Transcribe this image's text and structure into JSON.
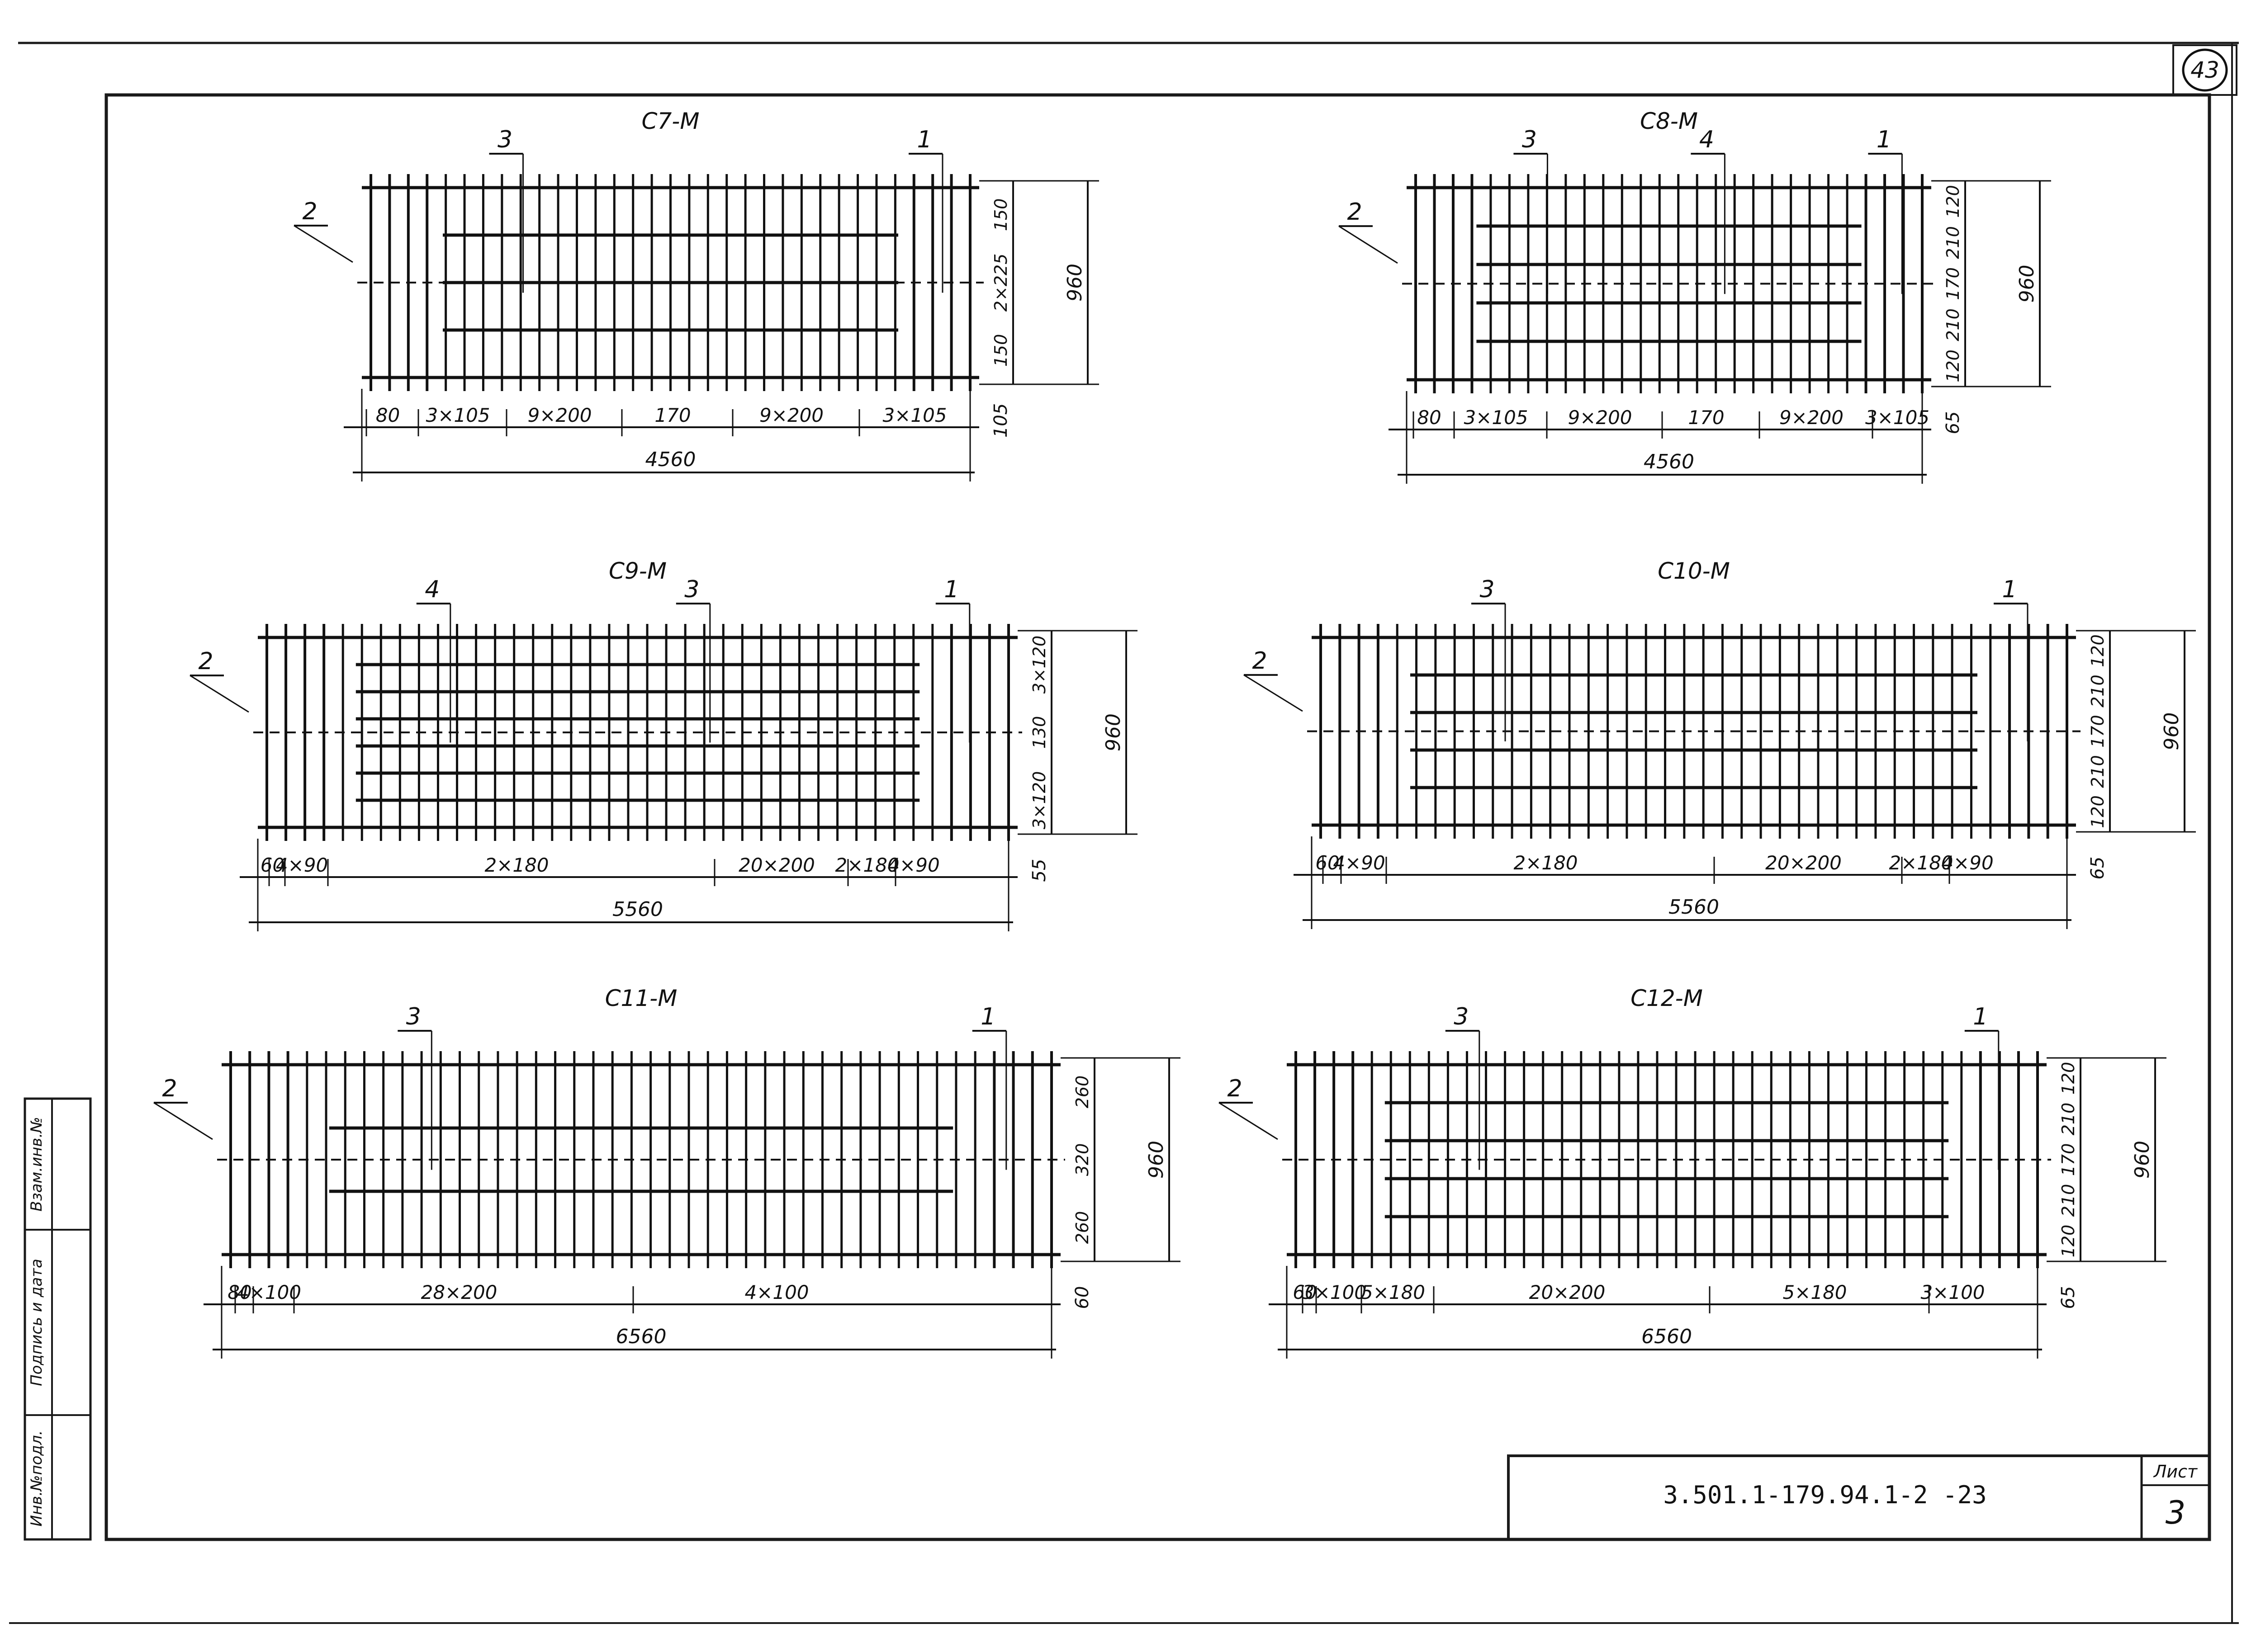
{
  "drawing": {
    "sheet_mark": "43",
    "doc_number": "3.501.1-179.94.1-2 -23",
    "sheet_label": "Лист",
    "sheet_number": "3",
    "side_stamp": [
      "Инв.№подл.",
      "Подпись и дата",
      "Взам.инв.№"
    ]
  },
  "meshes": [
    {
      "id": "c7",
      "title": "С7-М",
      "rows": 5,
      "half": "top",
      "width_dim": "4560",
      "height_dim": "960",
      "cols": [
        "80",
        "3×105",
        "9×200",
        "170",
        "9×200",
        "3×105"
      ],
      "rowdims": [
        "150",
        "2×225",
        "150"
      ],
      "bottom_dim": "105",
      "pos": [
        "2",
        "3",
        "1"
      ]
    },
    {
      "id": "c8",
      "title": "С8-М",
      "rows": 6,
      "half": "top",
      "width_dim": "4560",
      "height_dim": "960",
      "cols": [
        "80",
        "3×105",
        "9×200",
        "170",
        "9×200",
        "3×105"
      ],
      "rowdims": [
        "120",
        "210",
        "170",
        "210",
        "120"
      ],
      "bottom_dim": "65",
      "pos": [
        "2",
        "3",
        "4",
        "1"
      ]
    },
    {
      "id": "c9",
      "title": "С9-М",
      "rows": 8,
      "half": "mid",
      "width_dim": "5560",
      "height_dim": "960",
      "cols": [
        "60",
        "4×90",
        "2×180",
        "20×200",
        "2×180",
        "4×90"
      ],
      "rowdims": [
        "3×120",
        "130",
        "3×120"
      ],
      "bottom_dim": "55",
      "pos": [
        "2",
        "4",
        "3",
        "1"
      ]
    },
    {
      "id": "c10",
      "title": "С10-М",
      "rows": 6,
      "half": "mid",
      "width_dim": "5560",
      "height_dim": "960",
      "cols": [
        "60",
        "4×90",
        "2×180",
        "20×200",
        "2×180",
        "4×90"
      ],
      "rowdims": [
        "120",
        "210",
        "170",
        "210",
        "120"
      ],
      "bottom_dim": "65",
      "pos": [
        "2",
        "3",
        "1"
      ]
    },
    {
      "id": "c11",
      "title": "С11-М",
      "rows": 4,
      "half": "bot",
      "width_dim": "6560",
      "height_dim": "960",
      "cols": [
        "80",
        "4×100",
        "28×200",
        "4×100"
      ],
      "rowdims": [
        "260",
        "320",
        "260"
      ],
      "bottom_dim": "60",
      "pos": [
        "2",
        "3",
        "1"
      ]
    },
    {
      "id": "c12",
      "title": "С12-М",
      "rows": 6,
      "half": "bot",
      "width_dim": "6560",
      "height_dim": "960",
      "cols": [
        "60",
        "3×100",
        "5×180",
        "20×200",
        "5×180",
        "3×100"
      ],
      "rowdims": [
        "120",
        "210",
        "170",
        "210",
        "120"
      ],
      "bottom_dim": "65",
      "pos": [
        "2",
        "3",
        "1"
      ]
    }
  ]
}
